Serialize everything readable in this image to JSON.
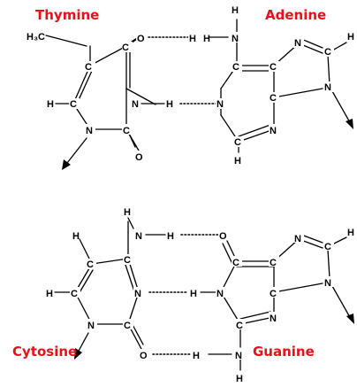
{
  "title_color": "#e8101a",
  "pairs": [
    {
      "left_base": "Thymine",
      "right_base": "Adenine",
      "atoms": {
        "h3c": "H₃C",
        "o_top": "O",
        "h_n1": "H",
        "n_amine": "N",
        "h_top": "H",
        "c_t1": "C",
        "c_t2": "C",
        "c_t3": "C",
        "c_t4": "C",
        "n_t1": "N",
        "h_t1": "H",
        "n_t2": "N",
        "h_t2": "H",
        "o_t2": "O",
        "h_t3": "H",
        "c_a1": "C",
        "c_a2": "C",
        "n_a1": "N",
        "n_a2": "N",
        "c_a3": "C",
        "n_a3": "N",
        "c_a4": "C",
        "h_a1": "H",
        "n_a4": "N",
        "c_a5": "C",
        "h_a2": "H"
      }
    },
    {
      "left_base": "Cytosine",
      "right_base": "Guanine",
      "atoms": {
        "h_top": "H",
        "n_amine": "N",
        "h_amine": "H",
        "o_top": "O",
        "h_c1": "H",
        "c_c1": "C",
        "c_c2": "C",
        "c_c3": "C",
        "h_c2": "H",
        "n_c1": "N",
        "h_bond_mid": "H",
        "n_c2": "N",
        "c_c4": "C",
        "o_c": "O",
        "c_g1": "C",
        "c_g2": "C",
        "n_g1": "N",
        "c_g3": "C",
        "h_g1": "H",
        "n_g2": "N",
        "n_g3": "N",
        "c_g4": "C",
        "n_g4": "N",
        "c_g5": "C",
        "n_g5": "N",
        "h_g2": "H",
        "h_g3": "H"
      }
    }
  ]
}
